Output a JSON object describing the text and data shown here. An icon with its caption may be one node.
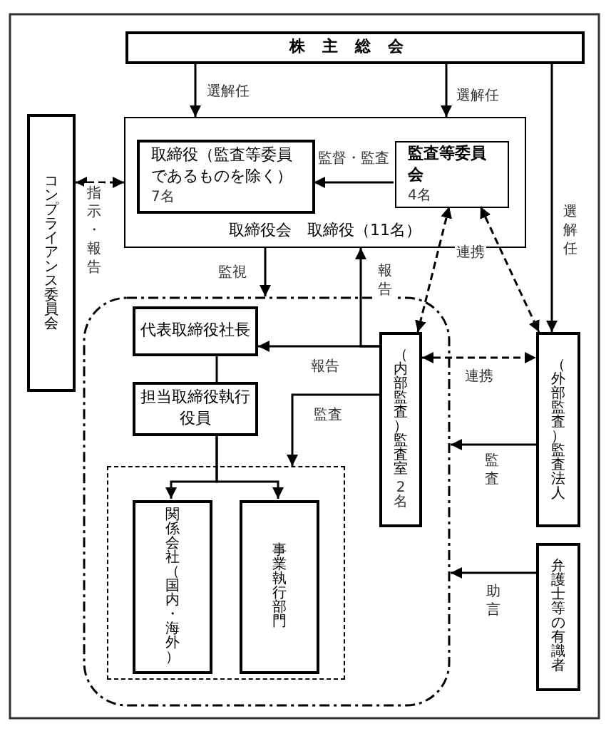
{
  "diagram": {
    "nodes": [
      {
        "text": [
          "株主総会"
        ]
      },
      {
        "text": [
          "取締役会　取締役（11名）"
        ]
      },
      {
        "text": [
          "取締役（監査等委員であるものを除く）",
          "7名"
        ],
        "in": 1
      },
      {
        "text": [
          "監査等委員会",
          "4名"
        ],
        "in": 1
      },
      {
        "text": [
          "コンプライアンス委員会"
        ]
      },
      {
        "text": [],
        "shape": "box"
      },
      {
        "text": [
          "代表取締役社長"
        ],
        "in": 5
      },
      {
        "text": [
          "担当取締役執行役員"
        ],
        "in": 5
      },
      {
        "text": [],
        "shape": "box",
        "in": 5
      },
      {
        "text": [
          "関係会社（国内・海外）"
        ],
        "in": 8
      },
      {
        "text": [
          "事業執行部門"
        ],
        "in": 8
      },
      {
        "text": [
          "（内部監査）監査室",
          "2名"
        ],
        "in": 5
      },
      {
        "text": [
          "（外部監査）監査法人"
        ]
      },
      {
        "text": [
          "弁護士等の有識者"
        ]
      }
    ],
    "edges": [
      {
        "from": 0,
        "to": 1,
        "arrow": "to",
        "label": "選解任"
      },
      {
        "from": 0,
        "to": 1,
        "arrow": "to",
        "label": "選解任"
      },
      {
        "from": 0,
        "to": 12,
        "arrow": "to",
        "label": "選解任"
      },
      {
        "from": 3,
        "to": 2,
        "arrow": "to",
        "label": "監督・監査"
      },
      {
        "from": 4,
        "to": 1,
        "arrow": "both",
        "label": "指示・報告",
        "style": "dashed"
      },
      {
        "from": 1,
        "to": 5,
        "arrow": "to",
        "label": "監視"
      },
      {
        "from": 11,
        "to": 1,
        "arrow": "to",
        "label": "報告"
      },
      {
        "from": 11,
        "to": 6,
        "arrow": "to",
        "label": "報告"
      },
      {
        "from": 11,
        "to": 8,
        "arrow": "to",
        "label": "監査"
      },
      {
        "from": 3,
        "to": 11,
        "arrow": "both",
        "style": "dashed"
      },
      {
        "from": 3,
        "to": 12,
        "arrow": "both",
        "label": "連携",
        "style": "dashed"
      },
      {
        "from": 11,
        "to": 12,
        "arrow": "both",
        "label": "連携",
        "style": "dashed"
      },
      {
        "from": 12,
        "to": 5,
        "arrow": "to",
        "label": "監査"
      },
      {
        "from": 13,
        "to": 5,
        "arrow": "to",
        "label": "助言"
      },
      {
        "from": 6,
        "to": 7,
        "arrow": "none"
      },
      {
        "from": 7,
        "to": 9,
        "arrow": "to"
      },
      {
        "from": 7,
        "to": 10,
        "arrow": "to"
      }
    ]
  }
}
